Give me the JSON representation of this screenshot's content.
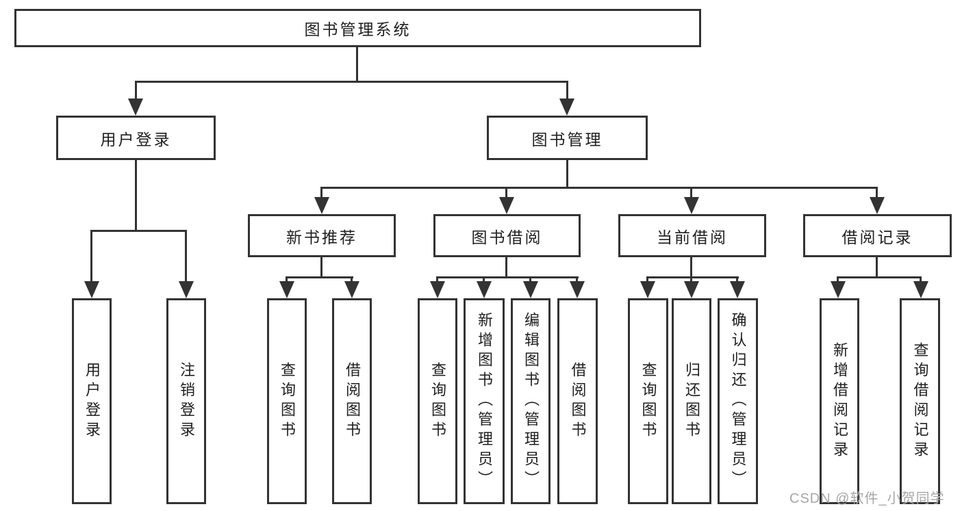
{
  "nodes": {
    "root": "图书管理系统",
    "user_login": "用户登录",
    "book_mgmt": "图书管理",
    "new_book": "新书推荐",
    "book_borrow": "图书借阅",
    "current_borrow": "当前借阅",
    "borrow_record": "借阅记录"
  },
  "leaves": {
    "user_login": [
      "用户登录",
      "注销登录"
    ],
    "new_book": [
      "查询图书",
      "借阅图书"
    ],
    "book_borrow": [
      "查询图书",
      "新增图书（管理员）",
      "编辑图书（管理员）",
      "借阅图书"
    ],
    "current_borrow": [
      "查询图书",
      "归还图书",
      "确认归还（管理员）"
    ],
    "borrow_record": [
      "新增借阅记录",
      "查询借阅记录"
    ]
  },
  "watermark": "CSDN @软件_小贺同学",
  "colors": {
    "line": "#333333",
    "text": "#1f1f1f",
    "box_background": "#ffffff",
    "watermark": "#a6a6a6"
  }
}
